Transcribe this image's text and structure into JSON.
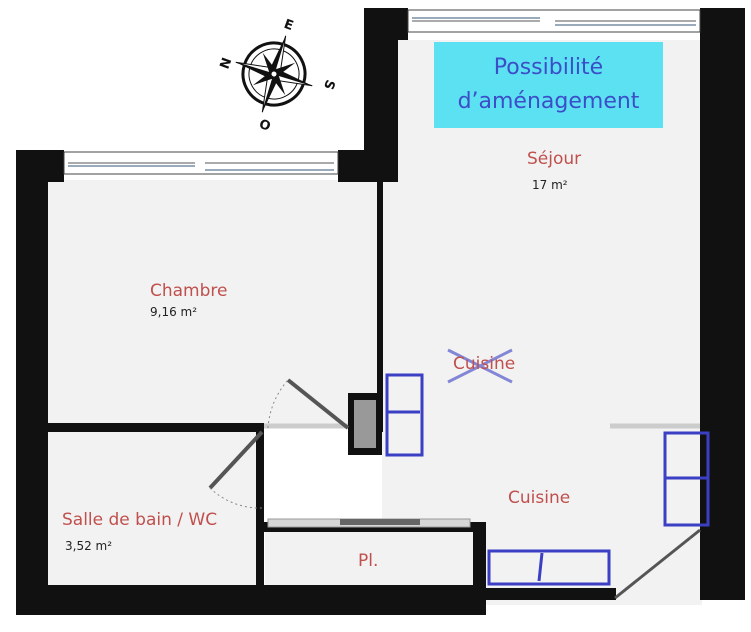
{
  "banner": {
    "line1": "Possibilité",
    "line2": "d’aménagement"
  },
  "rooms": {
    "sejour": {
      "name": "Séjour",
      "area": "17 m²"
    },
    "chambre": {
      "name": "Chambre",
      "area": "9,16 m²"
    },
    "cuisine_old": {
      "name": "Cuisine"
    },
    "cuisine_new": {
      "name": "Cuisine"
    },
    "salle_de_bain": {
      "name": "Salle de bain / WC",
      "area": "3,52 m²"
    },
    "placard": {
      "name": "Pl."
    }
  },
  "compass": {
    "n": "N",
    "e": "E",
    "s": "S",
    "o": "O"
  },
  "colors": {
    "wall": "#111111",
    "floor": "#f2f2f2",
    "room_label": "#c0504d",
    "banner_bg": "#5ce1f3",
    "banner_text": "#3b4ec8",
    "furniture": "#3b3fc4"
  }
}
